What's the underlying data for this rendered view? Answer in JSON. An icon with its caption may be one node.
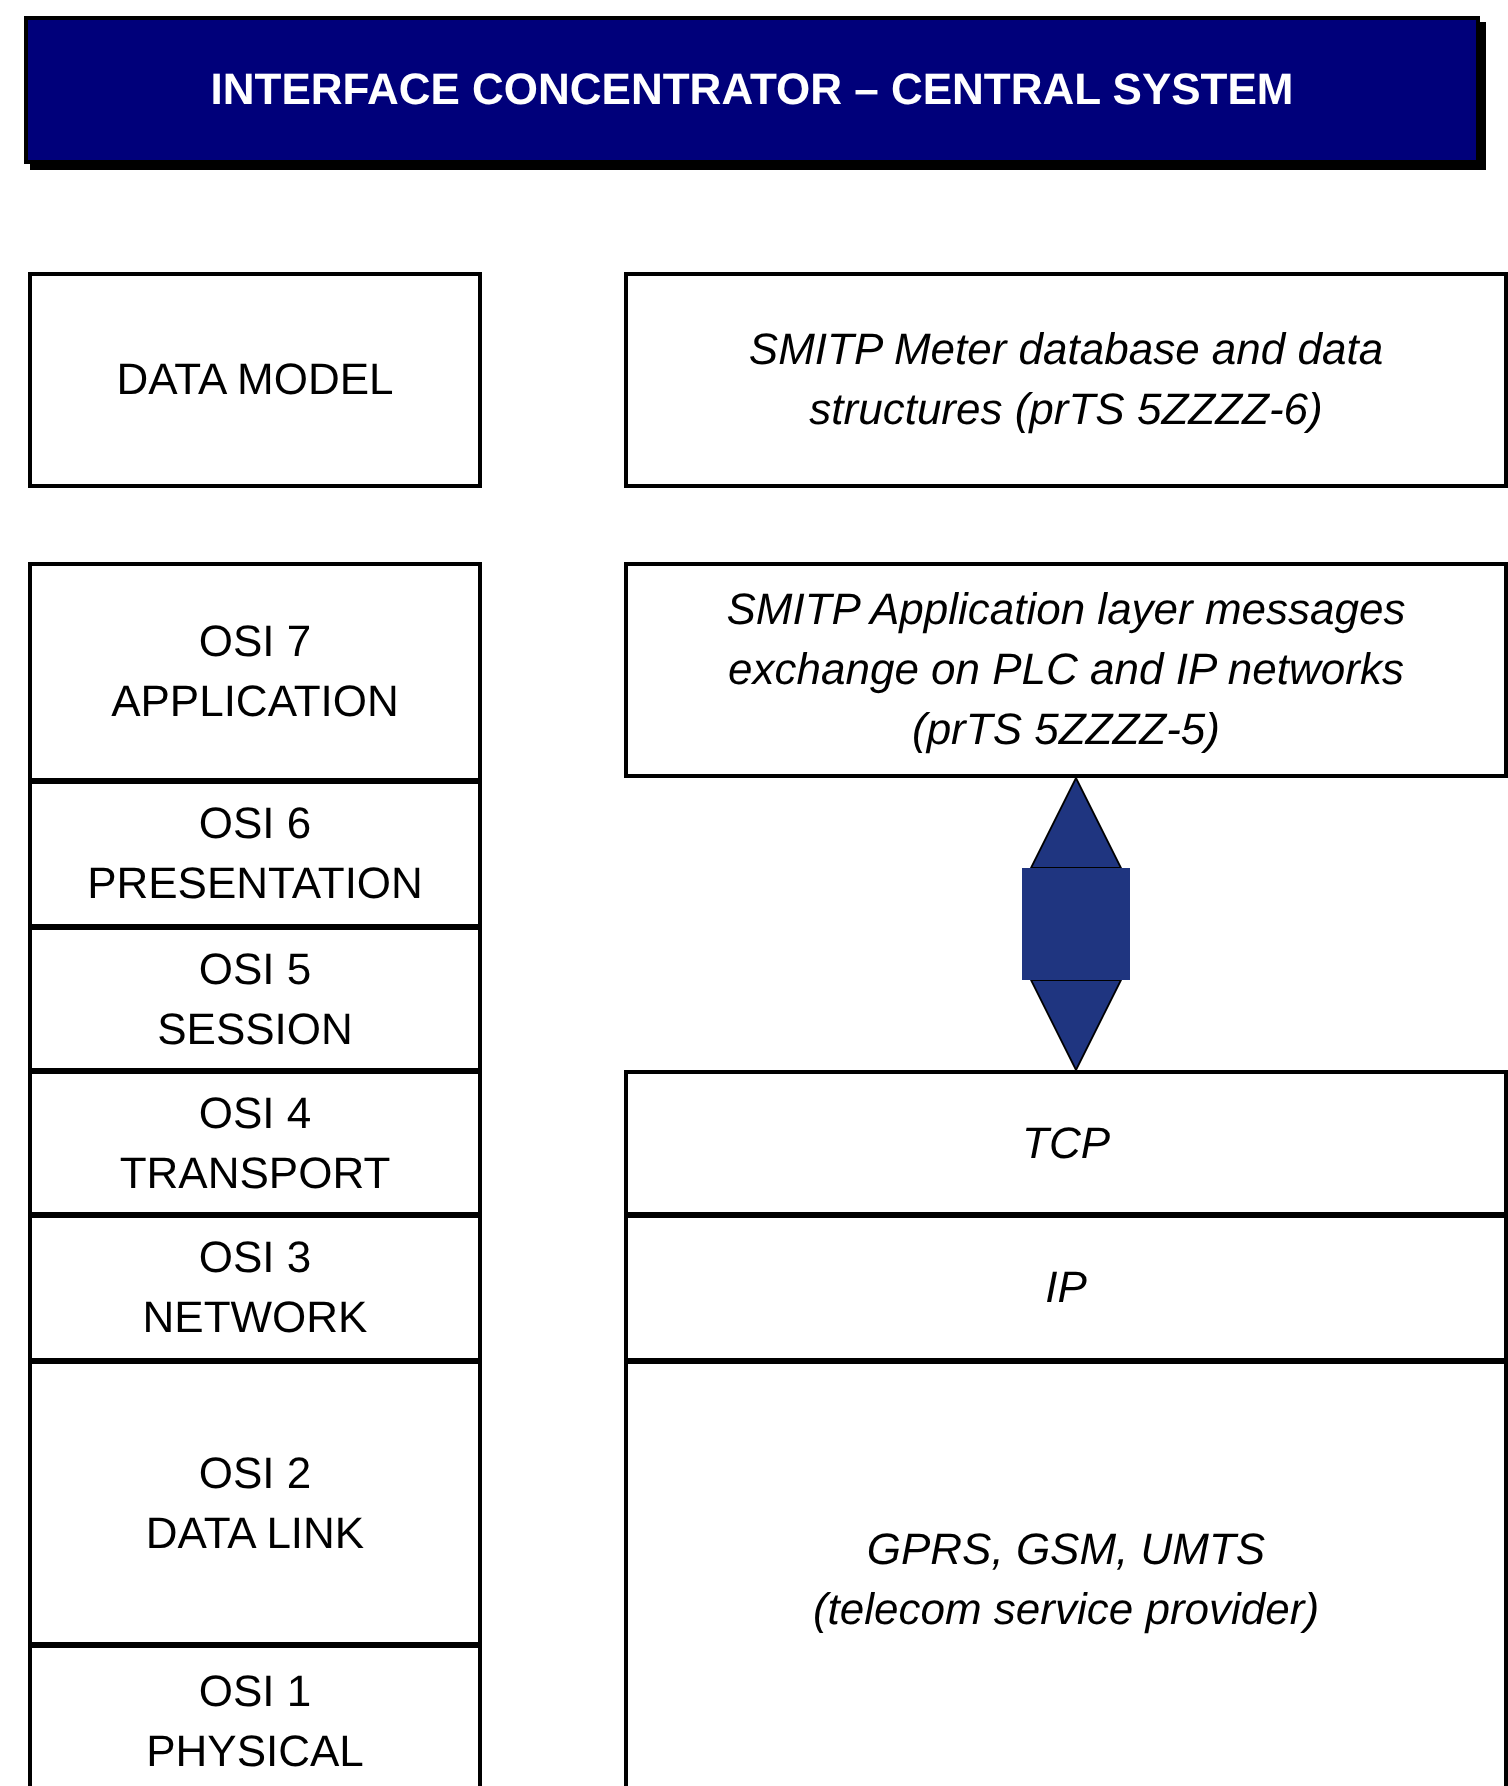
{
  "diagram": {
    "nodes": [
      {
        "text": [
          "INTERFACE CONCENTRATOR – CENTRAL SYSTEM"
        ]
      },
      {
        "text": [
          "DATA MODEL"
        ]
      },
      {
        "text": [
          "SMITP Meter database and data structures (prTS 5ZZZZ-6)"
        ]
      },
      {
        "text": [
          "OSI 7",
          "APPLICATION"
        ]
      },
      {
        "text": [
          "SMITP Application layer messages exchange on PLC and IP networks (prTS 5ZZZZ-5)"
        ]
      },
      {
        "text": [
          "OSI 6",
          "PRESENTATION"
        ]
      },
      {
        "text": [
          "OSI 5",
          "SESSION"
        ]
      },
      {
        "text": [
          "OSI 4",
          "TRANSPORT"
        ]
      },
      {
        "text": [
          "TCP"
        ]
      },
      {
        "text": [
          "OSI 3",
          "NETWORK"
        ]
      },
      {
        "text": [
          "IP"
        ]
      },
      {
        "text": [
          "OSI 2",
          "DATA LINK"
        ]
      },
      {
        "text": [
          "GPRS, GSM, UMTS (telecom service provider)"
        ]
      },
      {
        "text": [
          "OSI 1",
          "PHYSICAL"
        ]
      }
    ],
    "edges": [
      {
        "from": 4,
        "to": 8,
        "arrow": "both"
      }
    ]
  }
}
